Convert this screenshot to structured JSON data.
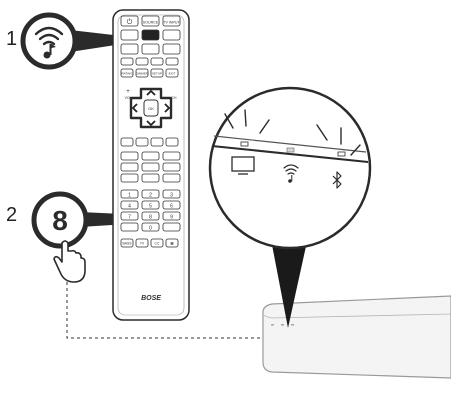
{
  "steps": [
    {
      "number": "1",
      "icon": "wifi-music-icon"
    },
    {
      "number": "2",
      "key_label": "8",
      "icon": "hand-pointer-icon"
    }
  ],
  "remote": {
    "brand": "BOSE",
    "top_buttons": [
      "⏻",
      "SOURCE",
      "TV INPUT"
    ],
    "row_mid": [
      "RATING",
      "DIMMER",
      "SETUP",
      "EXIT"
    ],
    "nav": {
      "ok": "OK",
      "vol_plus": "+",
      "vol_label": "VOL",
      "ch_label": "CH"
    },
    "number_keys": [
      "1",
      "2",
      "3",
      "4",
      "5",
      "6",
      "7",
      "8",
      "9",
      "0"
    ],
    "bottom_row": [
      "BASS",
      "TV",
      "CC",
      "▦"
    ]
  },
  "soundbar": {
    "indicator_icons": [
      "tv-icon",
      "wifi-music-icon",
      "bluetooth-icon"
    ]
  }
}
